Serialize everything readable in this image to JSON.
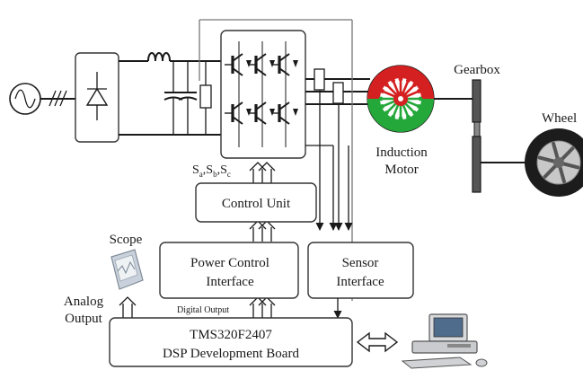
{
  "blocks": {
    "control_unit": "Control Unit",
    "power_control": [
      "Power Control",
      "Interface"
    ],
    "sensor_interface": [
      "Sensor",
      "Interface"
    ],
    "dsp_board": [
      "TMS320F2407",
      "DSP Development Board"
    ]
  },
  "labels": {
    "switch_signals": {
      "s": "S",
      "a": "a",
      "b": "b",
      "c": "c",
      "sep": ","
    },
    "induction_motor": [
      "Induction",
      "Motor"
    ],
    "gearbox": "Gearbox",
    "wheel": "Wheel",
    "scope": "Scope",
    "analog_output": [
      "Analog",
      "Output"
    ],
    "digital_output": "Digital Output"
  },
  "icons": [
    "ac-source-icon",
    "rectifier-diode-icon",
    "inductor-icon",
    "capacitor-icon",
    "igbt-icon",
    "current-sensor-icon",
    "motor-icon",
    "gearbox-shaft-icon",
    "wheel-icon",
    "oscilloscope-icon",
    "computer-icon",
    "bidirectional-arrow-icon"
  ],
  "colors": {
    "motor_red": "#d42020",
    "motor_green": "#25a83a",
    "lines": "#1a1a1a"
  }
}
